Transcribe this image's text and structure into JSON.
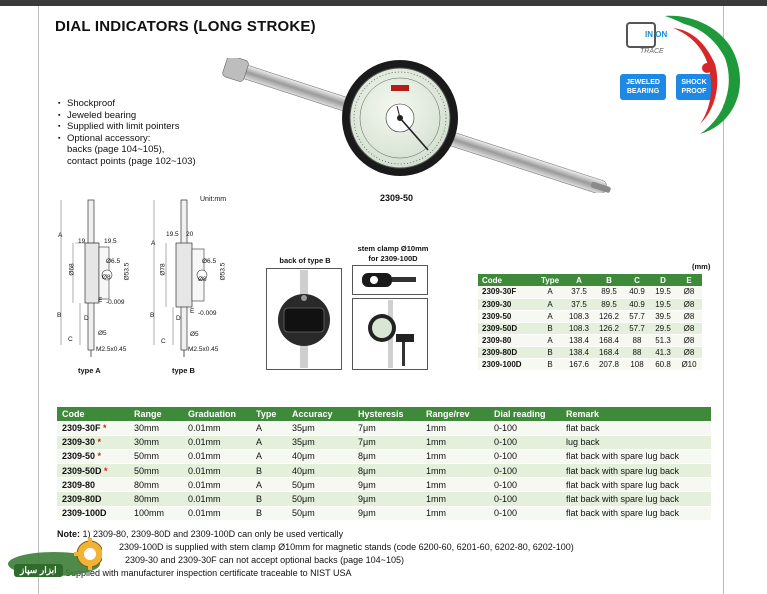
{
  "title": "DIAL INDICATORS (LONG STROKE)",
  "brand": {
    "trace_text": "IN  ON",
    "trace_sub": "TRACE",
    "badges": [
      "JEWELED BEARING",
      "SHOCK PROOF"
    ],
    "colors": {
      "accent": "#3f8a3a",
      "badge": "#1e88e5",
      "star": "#d32020"
    }
  },
  "features": [
    "Shockproof",
    "Jeweled bearing",
    "Supplied with limit pointers",
    "Optional accessory:"
  ],
  "features_sub": [
    "backs (page 104~105),",
    "contact points (page 102~103)"
  ],
  "product_model": "2309-50",
  "unit_label": "Unit:mm",
  "drawing": {
    "type_a": "type A",
    "type_b": "type B",
    "back_caption": "back of type B",
    "stem_caption_1": "stem clamp Ø10mm",
    "stem_caption_2": "for 2309-100D",
    "dims_a": [
      "19",
      "19.5",
      "Ø68",
      "Ø6.5",
      "Ø53.5",
      "Ø8",
      "E",
      "Ø5",
      "M2.5x0.45",
      "A",
      "B",
      "C",
      "D"
    ],
    "dims_b": [
      "19.5",
      "20",
      "Ø78",
      "Ø6.5",
      "Ø53.5",
      "Ø8",
      "E",
      "Ø5",
      "M2.5x0.45",
      "A",
      "B",
      "C",
      "D"
    ],
    "tolerance": "-0.009"
  },
  "dims_unit": "(mm)",
  "dims_table": {
    "headers": [
      "Code",
      "Type",
      "A",
      "B",
      "C",
      "D",
      "E"
    ],
    "rows": [
      [
        "2309-30F",
        "A",
        "37.5",
        "89.5",
        "40.9",
        "19.5",
        "Ø8"
      ],
      [
        "2309-30",
        "A",
        "37.5",
        "89.5",
        "40.9",
        "19.5",
        "Ø8"
      ],
      [
        "2309-50",
        "A",
        "108.3",
        "126.2",
        "57.7",
        "39.5",
        "Ø8"
      ],
      [
        "2309-50D",
        "B",
        "108.3",
        "126.2",
        "57.7",
        "29.5",
        "Ø8"
      ],
      [
        "2309-80",
        "A",
        "138.4",
        "168.4",
        "88",
        "51.3",
        "Ø8"
      ],
      [
        "2309-80D",
        "B",
        "138.4",
        "168.4",
        "88",
        "41.3",
        "Ø8"
      ],
      [
        "2309-100D",
        "B",
        "167.6",
        "207.8",
        "108",
        "60.8",
        "Ø10"
      ]
    ]
  },
  "spec_table": {
    "headers": [
      "Code",
      "Range",
      "Graduation",
      "Type",
      "Accuracy",
      "Hysteresis",
      "Range/rev",
      "Dial reading",
      "Remark"
    ],
    "rows": [
      [
        "2309-30F",
        "30mm",
        "0.01mm",
        "A",
        "35μm",
        "7μm",
        "1mm",
        "0-100",
        "flat back"
      ],
      [
        "2309-30",
        "30mm",
        "0.01mm",
        "A",
        "35μm",
        "7μm",
        "1mm",
        "0-100",
        "lug back"
      ],
      [
        "2309-50",
        "50mm",
        "0.01mm",
        "A",
        "40μm",
        "8μm",
        "1mm",
        "0-100",
        "flat back with spare lug back"
      ],
      [
        "2309-50D",
        "50mm",
        "0.01mm",
        "B",
        "40μm",
        "8μm",
        "1mm",
        "0-100",
        "flat back with spare lug back"
      ],
      [
        "2309-80",
        "80mm",
        "0.01mm",
        "A",
        "50μm",
        "9μm",
        "1mm",
        "0-100",
        "flat back with spare lug back"
      ],
      [
        "2309-80D",
        "80mm",
        "0.01mm",
        "B",
        "50μm",
        "9μm",
        "1mm",
        "0-100",
        "flat back with spare lug back"
      ],
      [
        "2309-100D",
        "100mm",
        "0.01mm",
        "B",
        "50μm",
        "9μm",
        "1mm",
        "0-100",
        "flat back with spare lug back"
      ]
    ],
    "starred": [
      true,
      true,
      true,
      true,
      false,
      false,
      false
    ],
    "star": "*"
  },
  "notes": {
    "label": "Note:",
    "line1": "1) 2309-80, 2309-80D and 2309-100D can only be used vertically",
    "line2": "2309-100D is supplied with stem clamp Ø10mm for magnetic stands (code 6200-60, 6201-60, 6202-80, 6202-100)",
    "line3": "2309-30 and 2309-30F can not accept optional backs (page 104~105)",
    "line4": "Supplied with manufacturer inspection certificate traceable to NIST USA"
  },
  "watermark_text": "ابزار سپاز"
}
